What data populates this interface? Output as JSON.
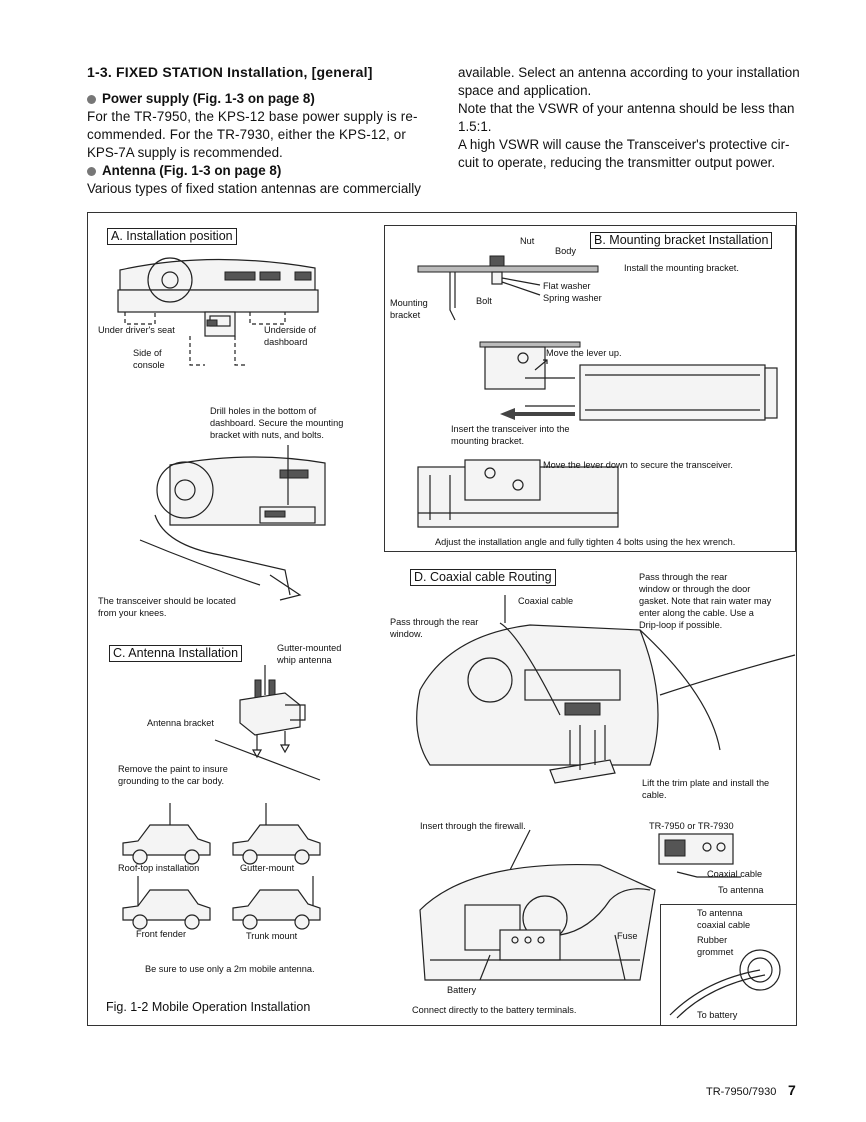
{
  "section": {
    "heading": "1-3.  FIXED STATION Installation, [general]",
    "power_heading": "Power supply (Fig. 1-3 on page 8)",
    "power_text": [
      "For the TR-7950, the KPS-12 base power supply is re-",
      "commended.  For the TR-7930, either the KPS-12, or",
      "KPS-7A supply is recommended."
    ],
    "antenna_heading": "Antenna (Fig. 1-3 on page 8)",
    "antenna_text_left": "Various types of fixed station antennas are commercially",
    "antenna_text_right": [
      "available.  Select an antenna according to your installation",
      "space and application.",
      "Note that the  VSWR of your antenna should be less than",
      "1.5:1.",
      "A high VSWR will cause the Transceiver's protective cir-",
      "cuit to operate, reducing the transmitter output power."
    ]
  },
  "figure": {
    "caption": "Fig. 1-2  Mobile Operation Installation",
    "panel_a": {
      "title": "A.  Installation position",
      "under_seat": "Under driver's seat",
      "underside": [
        "Underside of",
        "dashboard"
      ],
      "side_console": [
        "Side of",
        "console"
      ],
      "drill": [
        "Drill holes in the bottom of",
        "dashboard.  Secure the mounting",
        "bracket with nuts, and bolts."
      ],
      "knees": [
        "The transceiver should be located",
        "from your knees."
      ]
    },
    "panel_b": {
      "title": "B.  Mounting bracket Installation",
      "nut": "Nut",
      "body": "Body",
      "install": "Install the mounting bracket.",
      "flat_washer": "Flat washer",
      "spring_washer": "Spring washer",
      "bolt": "Bolt",
      "mounting_bracket": [
        "Mounting",
        "bracket"
      ],
      "lever_up": "Move the lever up.",
      "insert": [
        "Insert the transceiver into the",
        "mounting bracket."
      ],
      "lever_down": "Move the lever down to secure the transceiver.",
      "adjust": "Adjust the installation angle and fully tighten 4 bolts using the hex wrench."
    },
    "panel_c": {
      "title": "C.  Antenna Installation",
      "gutter_whip": [
        "Gutter-mounted",
        "whip antenna"
      ],
      "antenna_bracket": "Antenna bracket",
      "remove_paint": [
        "Remove the paint to insure",
        "grounding to the car body."
      ],
      "roof_top": "Roof-top installation",
      "gutter_mount": "Gutter-mount",
      "front_fender": "Front fender",
      "trunk_mount": "Trunk mount",
      "note": "Be sure to use only a 2m mobile antenna."
    },
    "panel_d": {
      "title": "D.  Coaxial cable Routing",
      "coaxial": "Coaxial cable",
      "rear_window": [
        "Pass through the rear",
        "window."
      ],
      "door_gasket": [
        "Pass through the rear",
        "window or through the door",
        "gasket.  Note that rain water may",
        "enter along the cable.  Use a",
        "Drip-loop if possible."
      ],
      "trim_plate": [
        "Lift the trim plate and install the",
        "cable."
      ],
      "firewall": "Insert through the firewall.",
      "model": "TR-7950 or TR-7930",
      "coaxial2": "Coaxial cable",
      "to_antenna": "To antenna",
      "fuse": "Fuse",
      "to_antenna_coax": [
        "To antenna",
        "coaxial cable"
      ],
      "grommet": [
        "Rubber",
        "grommet"
      ],
      "to_battery": "To battery",
      "battery": "Battery",
      "connect": "Connect directly to the battery terminals."
    }
  },
  "footer": {
    "model": "TR-7950/7930",
    "page": "7"
  }
}
